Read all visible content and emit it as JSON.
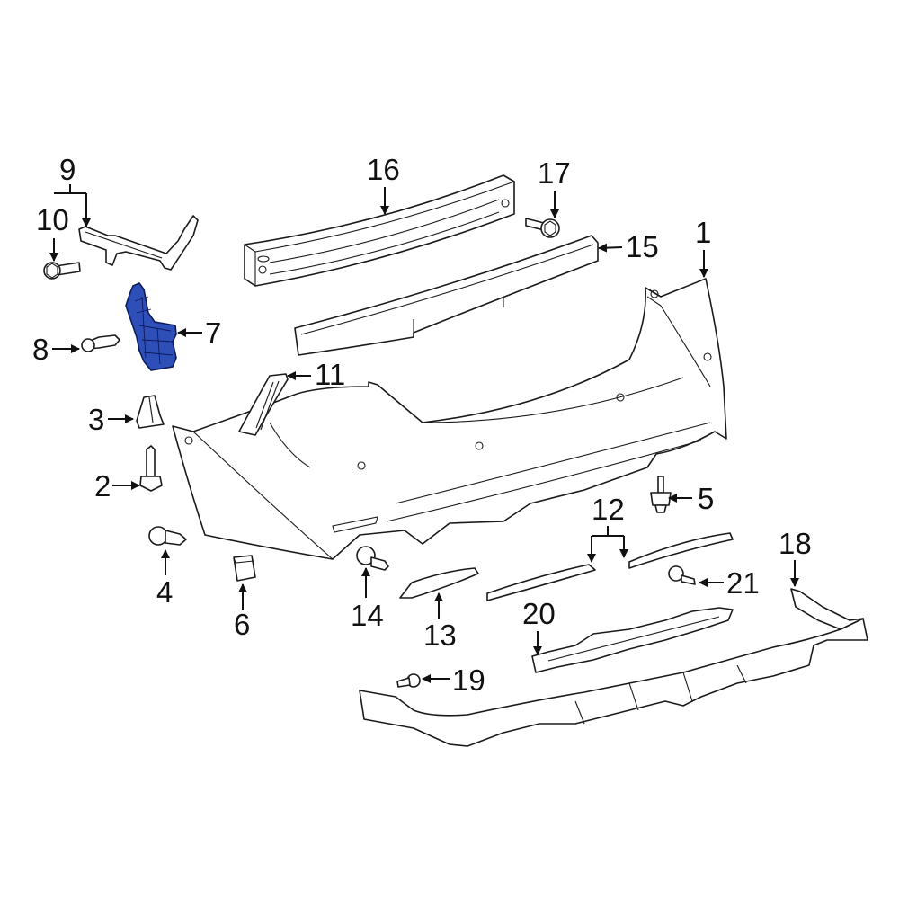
{
  "diagram": {
    "type": "exploded-parts-diagram",
    "subject": "Rear bumper assembly",
    "highlight_color": "#2f4fb8",
    "highlighted_part": "7",
    "callouts": [
      {
        "id": "1",
        "label": "1"
      },
      {
        "id": "2",
        "label": "2"
      },
      {
        "id": "3",
        "label": "3"
      },
      {
        "id": "4",
        "label": "4"
      },
      {
        "id": "5",
        "label": "5"
      },
      {
        "id": "6",
        "label": "6"
      },
      {
        "id": "7",
        "label": "7"
      },
      {
        "id": "8",
        "label": "8"
      },
      {
        "id": "9",
        "label": "9"
      },
      {
        "id": "10",
        "label": "10"
      },
      {
        "id": "11",
        "label": "11"
      },
      {
        "id": "12",
        "label": "12"
      },
      {
        "id": "13",
        "label": "13"
      },
      {
        "id": "14",
        "label": "14"
      },
      {
        "id": "15",
        "label": "15"
      },
      {
        "id": "16",
        "label": "16"
      },
      {
        "id": "17",
        "label": "17"
      },
      {
        "id": "18",
        "label": "18"
      },
      {
        "id": "19",
        "label": "19"
      },
      {
        "id": "20",
        "label": "20"
      },
      {
        "id": "21",
        "label": "21"
      }
    ]
  }
}
